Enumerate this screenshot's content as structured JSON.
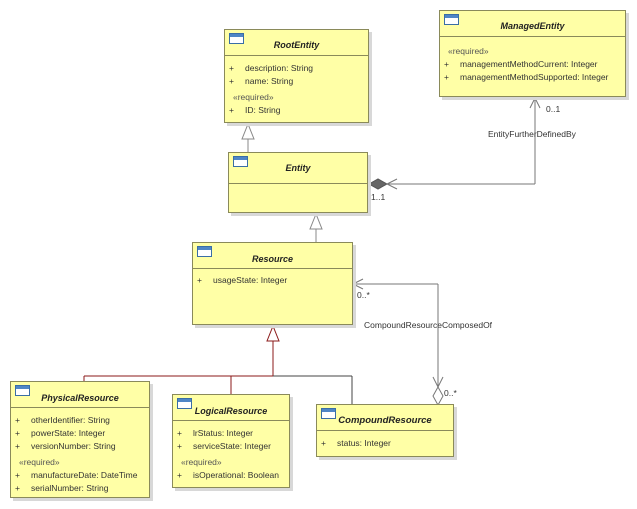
{
  "classes": {
    "root_entity": {
      "name": "RootEntity",
      "attributes": [
        {
          "vis": "+",
          "text": "description: String"
        },
        {
          "vis": "+",
          "text": "name: String"
        }
      ],
      "stereotype": "«required»",
      "required_attributes": [
        {
          "vis": "+",
          "text": "ID: String"
        }
      ]
    },
    "managed_entity": {
      "name": "ManagedEntity",
      "stereotype": "«required»",
      "required_attributes": [
        {
          "vis": "+",
          "text": "managementMethodCurrent: Integer"
        },
        {
          "vis": "+",
          "text": "managementMethodSupported: Integer"
        }
      ]
    },
    "entity": {
      "name": "Entity"
    },
    "resource": {
      "name": "Resource",
      "attributes": [
        {
          "vis": "+",
          "text": "usageState: Integer"
        }
      ]
    },
    "physical_resource": {
      "name": "PhysicalResource",
      "attributes": [
        {
          "vis": "+",
          "text": "otherIdentifier: String"
        },
        {
          "vis": "+",
          "text": "powerState: Integer"
        },
        {
          "vis": "+",
          "text": "versionNumber: String"
        }
      ],
      "stereotype": "«required»",
      "required_attributes": [
        {
          "vis": "+",
          "text": "manufactureDate: DateTime"
        },
        {
          "vis": "+",
          "text": "serialNumber: String"
        }
      ]
    },
    "logical_resource": {
      "name": "LogicalResource",
      "attributes": [
        {
          "vis": "+",
          "text": "lrStatus: Integer"
        },
        {
          "vis": "+",
          "text": "serviceState: Integer"
        }
      ],
      "stereotype": "«required»",
      "required_attributes": [
        {
          "vis": "+",
          "text": "isOperational: Boolean"
        }
      ]
    },
    "compound_resource": {
      "name": "CompoundResource",
      "attributes": [
        {
          "vis": "+",
          "text": "status: Integer"
        }
      ]
    }
  },
  "associations": {
    "entity_further_defined_by": {
      "name": "EntityFurtherDefinedBy",
      "source_multiplicity": "1..1",
      "target_multiplicity": "0..1"
    },
    "compound_resource_composed_of": {
      "name": "CompoundResourceComposedOf",
      "source_multiplicity": "0..*",
      "target_multiplicity": "0..*"
    }
  },
  "colors": {
    "class_fill": "#ffffa6",
    "class_border": "#8a8a5a",
    "generalization_line": "#8b1a1a",
    "association_line": "#777777"
  }
}
